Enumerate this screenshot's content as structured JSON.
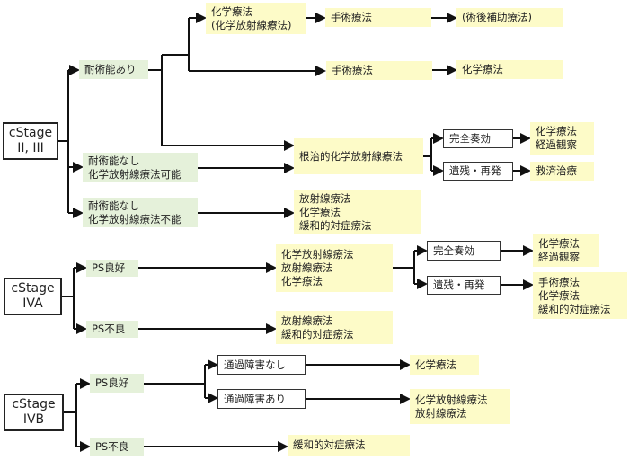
{
  "stage23": {
    "stage": "cStage\nII, III",
    "operable": "耐術能あり",
    "inop_crt_ok": "耐術能なし\n化学放射線療法可能",
    "inop_crt_ng": "耐術能なし\n化学放射線療法不能",
    "neoadj": "化学療法\n(化学放射線療法)",
    "surgery1": "手術療法",
    "adjuvant": "(術後補助療法)",
    "surgery2": "手術療法",
    "chemo_after": "化学療法",
    "definitive_crt": "根治的化学放射線療法",
    "cr": "完全奏効",
    "residual": "遺残・再発",
    "cr_next": "化学療法\n経過観察",
    "salvage": "救済治療",
    "palliative": "放射線療法\n化学療法\n緩和的対症療法"
  },
  "stage4a": {
    "stage": "cStage\nIVA",
    "ps_good": "PS良好",
    "ps_poor": "PS不良",
    "good_tx": "化学放射線療法\n放射線療法\n化学療法",
    "poor_tx": "放射線療法\n緩和的対症療法",
    "cr": "完全奏効",
    "residual": "遺残・再発",
    "cr_next": "化学療法\n経過観察",
    "residual_next": "手術療法\n化学療法\n緩和的対症療法"
  },
  "stage4b": {
    "stage": "cStage\nIVB",
    "ps_good": "PS良好",
    "ps_poor": "PS不良",
    "no_obstruction": "通過障害なし",
    "obstruction": "通過障害あり",
    "no_obs_tx": "化学療法",
    "obs_tx": "化学放射線療法\n放射線療法",
    "poor_tx": "緩和的対症療法"
  },
  "colors": {
    "treatment": "#fdfbc8",
    "condition": "#e5f1da",
    "line": "#111111"
  }
}
